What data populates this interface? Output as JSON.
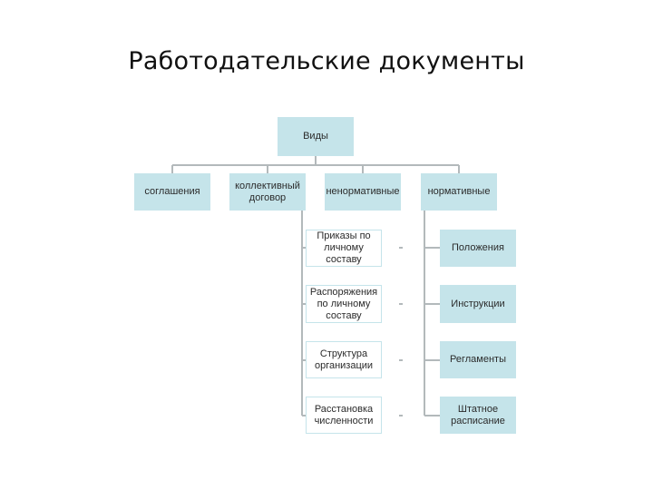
{
  "title": "Работодательские документы",
  "root": {
    "label": "Виды"
  },
  "categories": [
    {
      "label": "соглашения"
    },
    {
      "label": "коллективный договор"
    },
    {
      "label": "ненормативные"
    },
    {
      "label": "нормативные"
    }
  ],
  "non_normative_items": [
    {
      "label": "Приказы по личному составу"
    },
    {
      "label": "Распоряжения по личному составу"
    },
    {
      "label": "Структура организации"
    },
    {
      "label": "Расстановка численности"
    }
  ],
  "normative_items": [
    {
      "label": "Положения"
    },
    {
      "label": "Инструкции"
    },
    {
      "label": "Регламенты"
    },
    {
      "label": "Штатное расписание"
    }
  ],
  "colors": {
    "box_fill": "#c5e4ea",
    "connector": "#b3b9bb"
  }
}
